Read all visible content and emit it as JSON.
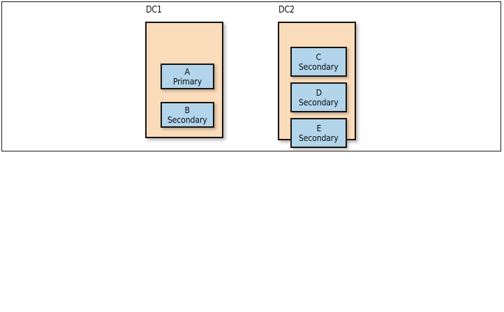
{
  "figure": {
    "background": "#ffffff",
    "frame_color": "#1a1a1a",
    "group_fill": "#fadcba",
    "node_fill": "#b2d5ec",
    "outline_color": "#17120e"
  },
  "datacenters": [
    {
      "id": "dc1",
      "label": "DC1",
      "nodes": [
        {
          "id": "a",
          "name": "A",
          "role": "Primary"
        },
        {
          "id": "b",
          "name": "B",
          "role": "Secondary"
        }
      ]
    },
    {
      "id": "dc2",
      "label": "DC2",
      "nodes": [
        {
          "id": "c",
          "name": "C",
          "role": "Secondary"
        },
        {
          "id": "d",
          "name": "D",
          "role": "Secondary"
        },
        {
          "id": "e",
          "name": "E",
          "role": "Secondary"
        }
      ]
    }
  ]
}
